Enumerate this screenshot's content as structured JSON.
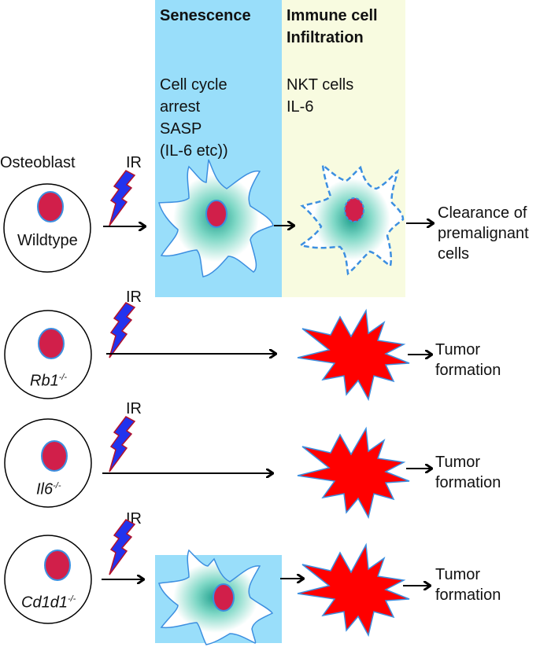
{
  "columns": {
    "senescence": {
      "title": "Senescence",
      "notes": [
        "Cell cycle",
        "arrest",
        "SASP",
        "(IL-6 etc))"
      ],
      "color": "#99defa"
    },
    "immune": {
      "title_lines": [
        "Immune cell",
        "Infiltration"
      ],
      "notes": [
        "NKT cells",
        "IL-6"
      ],
      "color": "#f8fbe0"
    }
  },
  "cell_type_label": "Osteoblast",
  "stimulus_label": "IR",
  "rows": [
    {
      "genotype": "Wildtype",
      "genotype_sup": "",
      "italic": false,
      "outcome_lines": [
        "Clearance of",
        "premalignant",
        "cells"
      ]
    },
    {
      "genotype": "Rb1",
      "genotype_sup": "-/-",
      "italic": true,
      "outcome_lines": [
        "Tumor",
        "formation"
      ]
    },
    {
      "genotype": "Il6",
      "genotype_sup": "-/-",
      "italic": true,
      "outcome_lines": [
        "Tumor",
        "formation"
      ]
    },
    {
      "genotype": "Cd1d1",
      "genotype_sup": "-/-",
      "italic": true,
      "outcome_lines": [
        "Tumor",
        "formation"
      ]
    }
  ],
  "colors": {
    "nucleus": "#d11f4a",
    "tumor": "#ff0000",
    "outline_blue": "#3c8fe0",
    "bolt": "#2233ee",
    "bolt_edge": "#b3122a"
  }
}
